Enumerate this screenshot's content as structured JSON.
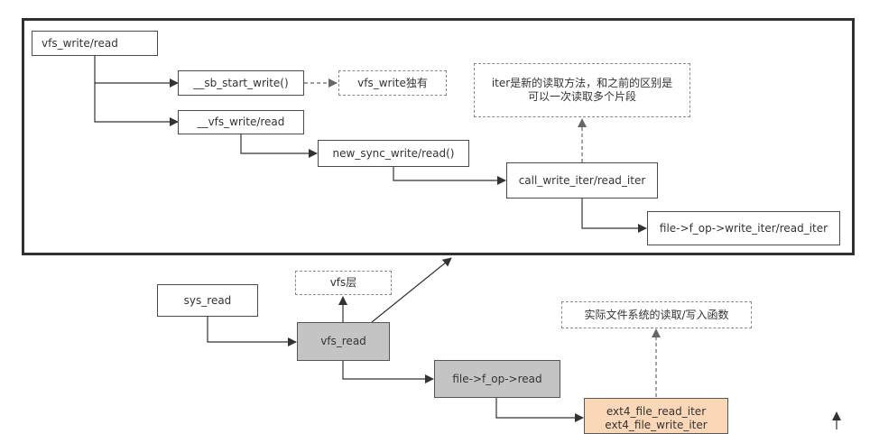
{
  "nodes": {
    "vfs_write_read": "vfs_write/read",
    "sb_start_write": "__sb_start_write()",
    "vfs_write_note": "vfs_write独有",
    "inner_vfs_write_read": "__vfs_write/read",
    "new_sync": "new_sync_write/read()",
    "call_iter": "call_write_iter/read_iter",
    "file_op_iter": "file->f_op->write_iter/read_iter",
    "iter_note_line1": "iter是新的读取方法，和之前的区别是",
    "iter_note_line2": "可以一次读取多个片段",
    "sys_read": "sys_read",
    "vfs_layer": "vfs层",
    "vfs_read": "vfs_read",
    "file_op_read": "file->f_op->read",
    "fs_note": "实际文件系统的读取/写入函数",
    "ext4_read": "ext4_file_read_iter",
    "ext4_write": "ext4_file_write_iter"
  },
  "colors": {
    "highlight_grey": "#c4c4c4",
    "highlight_orange": "#fad7b6",
    "line": "#333333"
  }
}
